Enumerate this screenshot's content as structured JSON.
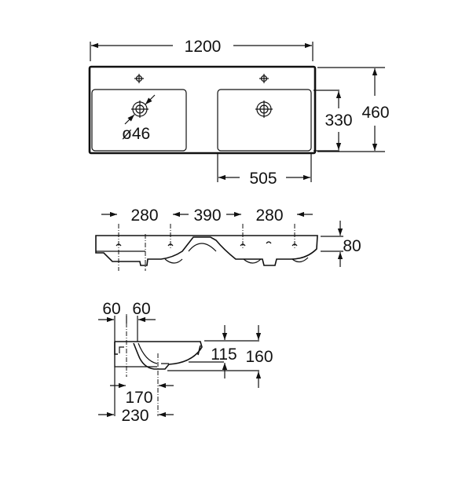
{
  "top_view": {
    "width_label": "1200",
    "depth_label": "460",
    "basin_depth_label": "330",
    "basin_width_label": "505",
    "hole_diameter_label": "ø46"
  },
  "front_view": {
    "spacing_left_label": "280",
    "spacing_middle_label": "390",
    "spacing_right_label": "280",
    "height_label": "80"
  },
  "section_view": {
    "offset_left_label": "60",
    "offset_right_label": "60",
    "bowl_depth_label": "115",
    "total_height_label": "160",
    "drain_offset_label": "170",
    "drain_distance_label": "230"
  }
}
